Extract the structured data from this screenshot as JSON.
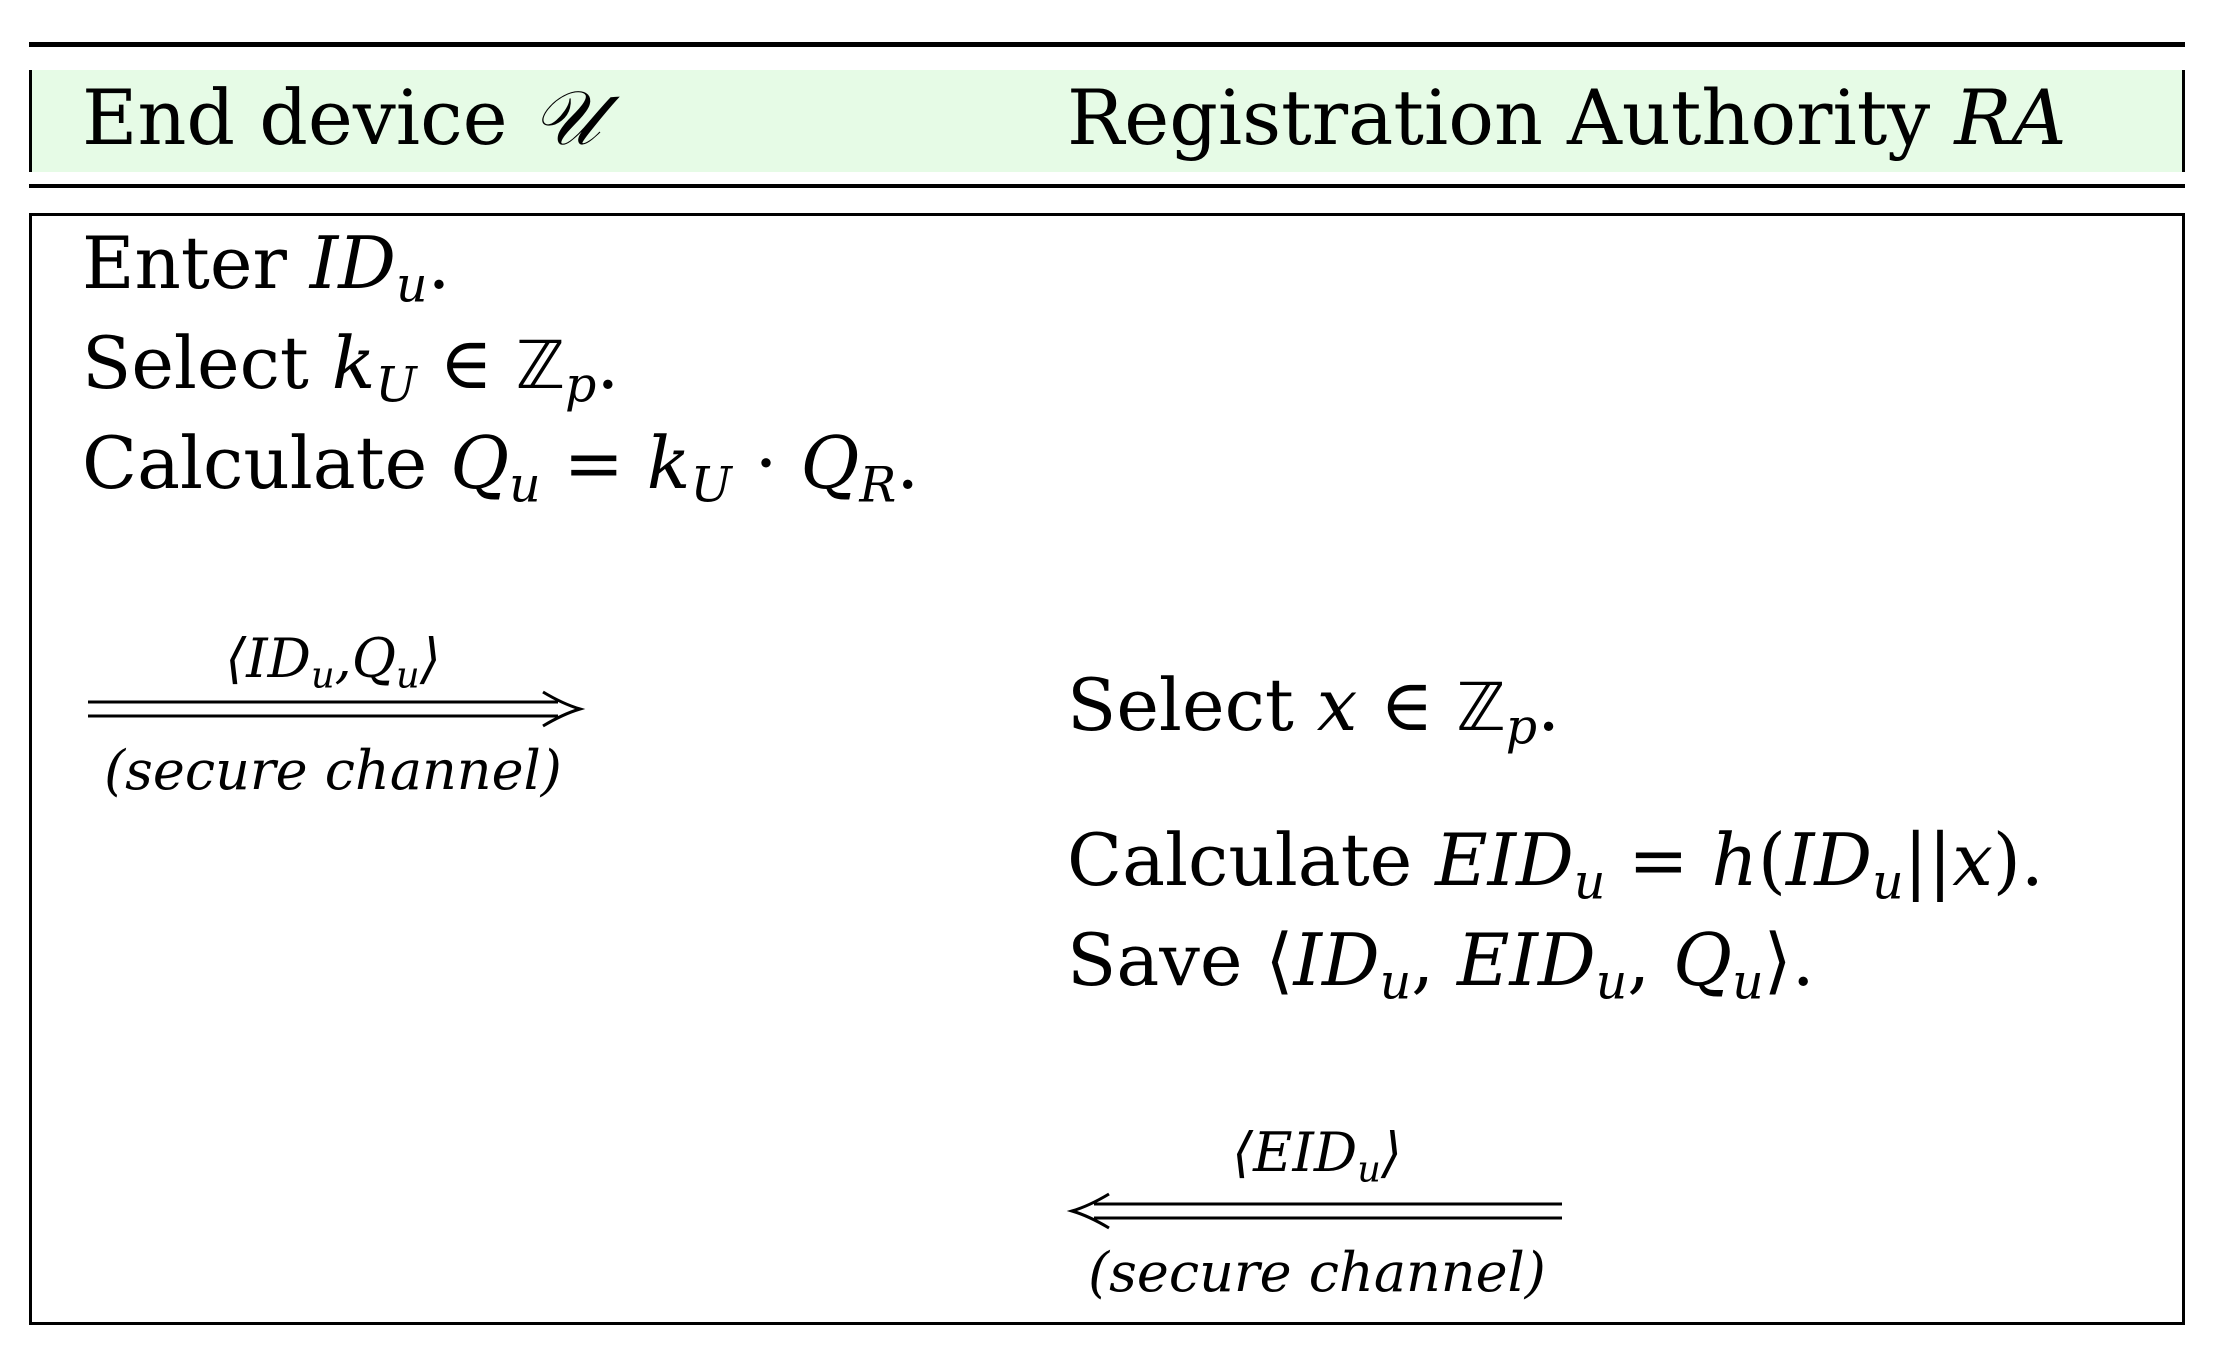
{
  "header": {
    "left": {
      "text": "End device ",
      "symbol": "𝒰"
    },
    "right": {
      "text": "Registration Authority ",
      "symbol": "RA"
    }
  },
  "end_device_steps": [
    {
      "prefix": "Enter ",
      "math": "ID",
      "sub": "u",
      "suffix": "."
    },
    {
      "prefix": "Select ",
      "math": "k",
      "sub": "U",
      "rest": " ∈ ",
      "set": "ℤ",
      "set_sub": "p",
      "suffix": "."
    },
    {
      "prefix": "Calculate ",
      "math": "Q",
      "sub": "u",
      "rest": " = ",
      "math2": "k",
      "sub2": "U",
      "rest2": " · ",
      "math3": "Q",
      "sub3": "R",
      "suffix": "."
    }
  ],
  "message1": {
    "label": "⟨ID_u,Q_u⟩",
    "channel": "(secure channel)",
    "direction": "right"
  },
  "ra_steps": [
    {
      "prefix": "Select ",
      "math": "x",
      "rest": " ∈ ",
      "set": "ℤ",
      "set_sub": "p",
      "suffix": "."
    },
    {
      "prefix": "Calculate ",
      "math": "EID",
      "sub": "u",
      "rest": " = ",
      "math2": "h",
      "paren_open": "(",
      "math3": "ID",
      "sub3": "u",
      "concat": "||",
      "math4": "x",
      "paren_close": ")",
      "suffix": "."
    },
    {
      "prefix": "Save ",
      "open": "⟨",
      "math": "ID",
      "sub": "u",
      "sep1": ", ",
      "math2": "EID",
      "sub2": "u",
      "sep2": ", ",
      "math3": "Q",
      "sub3": "u",
      "close": "⟩",
      "suffix": "."
    }
  ],
  "message2": {
    "label": "⟨EID_u⟩",
    "channel": "(secure channel)",
    "direction": "left"
  }
}
